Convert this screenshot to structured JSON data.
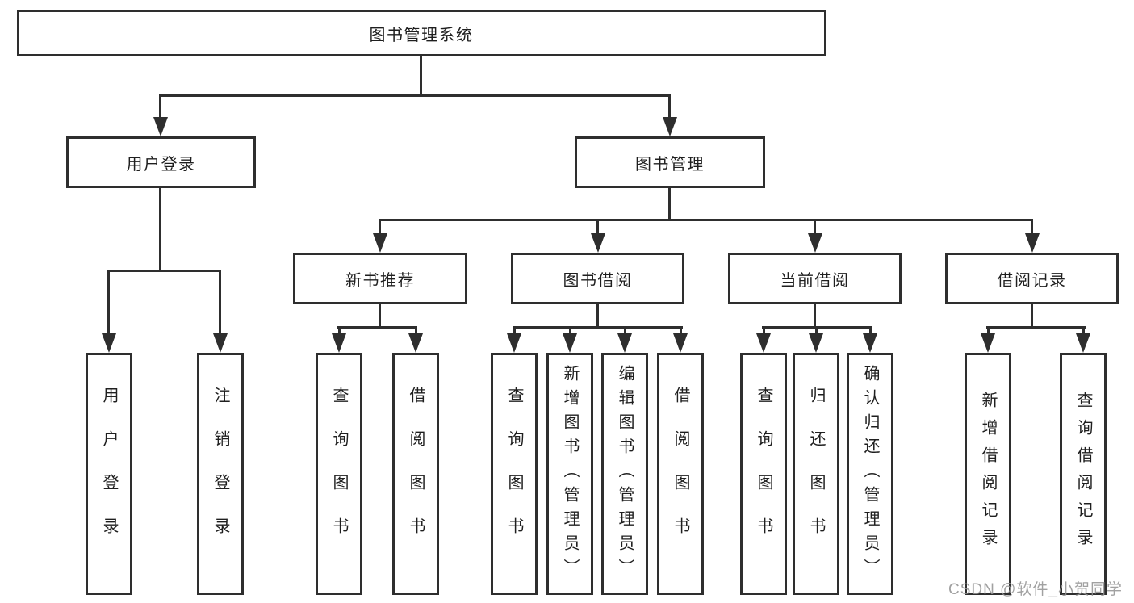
{
  "colors": {
    "line": "#2e2e2e",
    "text": "#1f1f1f",
    "background": "#ffffff",
    "watermark": "#949494"
  },
  "nodes": {
    "root": "图书管理系统",
    "user_login": "用户登录",
    "book_management": "图书管理",
    "new_book_recommend": "新书推荐",
    "book_borrowing": "图书借阅",
    "current_borrowing": "当前借阅",
    "borrowing_records": "借阅记录",
    "leaves": {
      "user_login": "用户登录",
      "sign_out": "注销登录",
      "nbr_query_books": "查询图书",
      "nbr_borrow_books": "借阅图书",
      "bb_query_books": "查询图书",
      "bb_add_books_admin": "新增图书（管理员）",
      "bb_edit_books_admin": "编辑图书（管理员）",
      "bb_borrow_books": "借阅图书",
      "cb_query_books": "查询图书",
      "cb_return_books": "归还图书",
      "cb_confirm_return_admin": "确认归还（管理员）",
      "br_add_record": "新增借阅记录",
      "br_query_record": "查询借阅记录"
    }
  },
  "watermark": "CSDN @软件_小贺同学"
}
